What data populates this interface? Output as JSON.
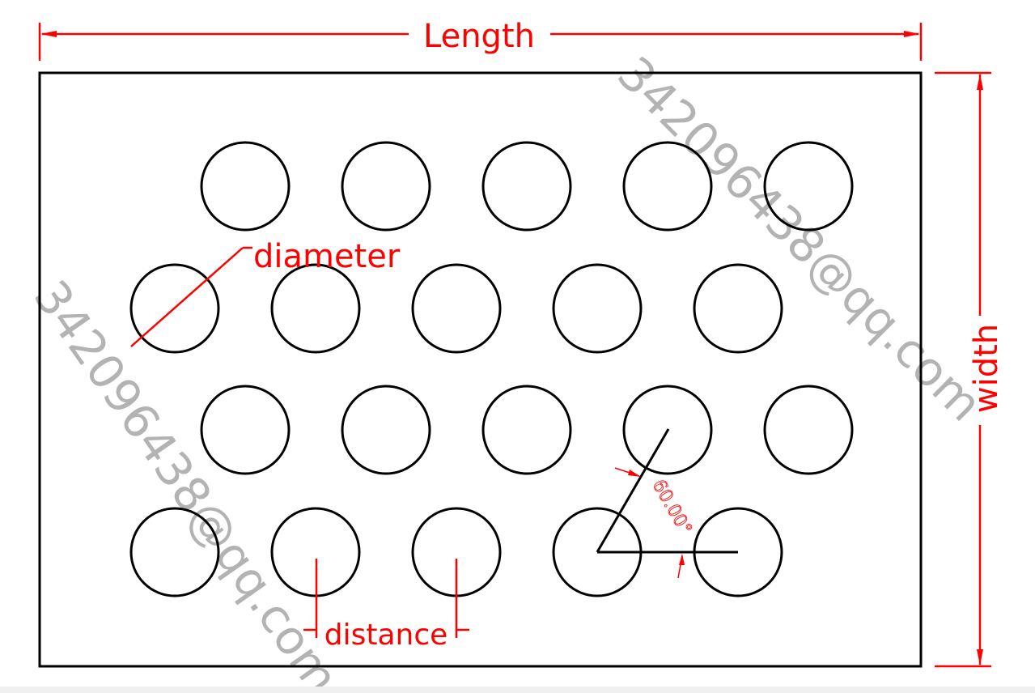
{
  "labels": {
    "length": "Length",
    "width": "width",
    "diameter": "diameter",
    "distance": "distance",
    "angle": "60.00°"
  },
  "watermark": "342096438@qq.com",
  "colors": {
    "dimension": "#ff0000",
    "outline": "#000000",
    "watermark": "#9a9a9a"
  },
  "hole_grid": {
    "rows": 4,
    "holes_per_row": [
      5,
      5,
      5,
      5
    ],
    "pattern": "staggered",
    "stagger_angle_deg": 60
  }
}
